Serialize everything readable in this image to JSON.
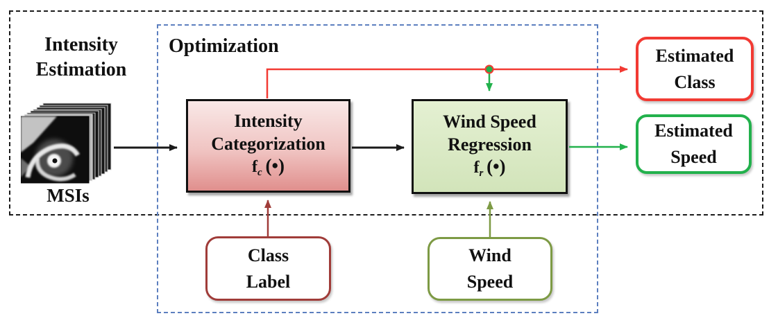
{
  "regions": {
    "intensity_estimation": {
      "line1": "Intensity",
      "line2": "Estimation"
    },
    "optimization": {
      "title": "Optimization"
    }
  },
  "msis": {
    "label": "MSIs",
    "image_description": "stacked-grayscale-satellite-images-of-tropical-cyclone"
  },
  "boxes": {
    "categorization": {
      "line1": "Intensity",
      "line2": "Categorization",
      "func_base": "f",
      "func_sub": "c",
      "func_args": "(•)"
    },
    "regression": {
      "line1": "Wind Speed",
      "line2": "Regression",
      "func_base": "f",
      "func_sub": "r",
      "func_args": "(•)"
    },
    "estimated_class": {
      "line1": "Estimated",
      "line2": "Class"
    },
    "estimated_speed": {
      "line1": "Estimated",
      "line2": "Speed"
    },
    "class_label": {
      "line1": "Class",
      "line2": "Label"
    },
    "wind_speed": {
      "line1": "Wind",
      "line2": "Speed"
    }
  },
  "colors": {
    "red": "#f23a33",
    "green": "#22b14c",
    "darkred": "#a03c39",
    "olive": "#7d9a44",
    "bluedash": "#5c7fbf",
    "ink": "#1a1a1a",
    "pinktop": "#f9e8e7",
    "pinkbottom": "#e08f8d",
    "greentop": "#e4f0d2",
    "greenbottom": "#d2e4ba"
  }
}
